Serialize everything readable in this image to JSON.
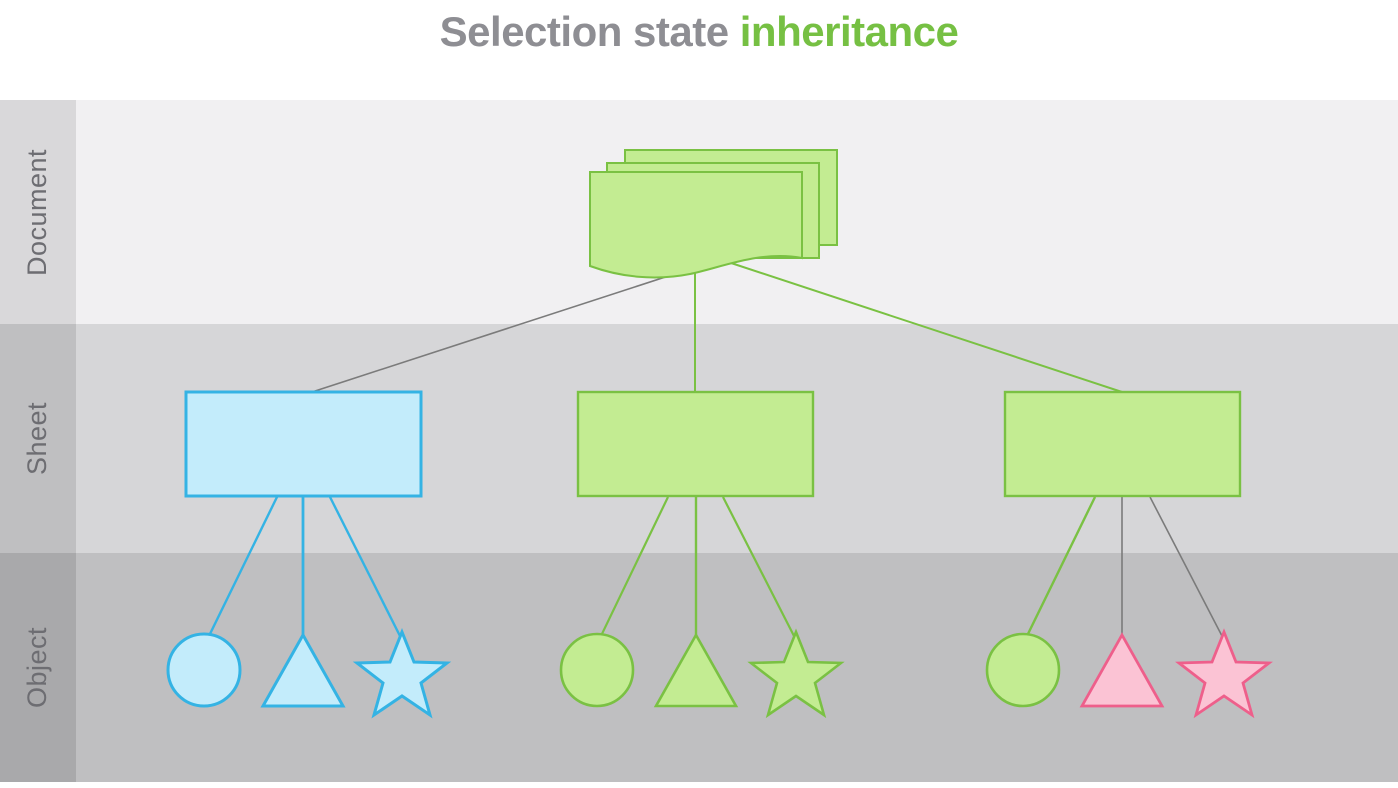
{
  "title": {
    "text_primary": "Selection state ",
    "text_accent": "inheritance",
    "color_primary": "#8e8e93",
    "color_accent": "#76c043"
  },
  "bands": [
    {
      "label": "Document",
      "bg": "#f1f0f2",
      "label_bg": "#d9d8da",
      "label_color": "#6d6d72"
    },
    {
      "label": "Sheet",
      "bg": "#d6d6d8",
      "label_bg": "#bfbfc1",
      "label_color": "#6d6d72"
    },
    {
      "label": "Object",
      "bg": "#bfbfc1",
      "label_bg": "#a9a9ab",
      "label_color": "#6d6d72"
    }
  ],
  "palette": {
    "green_fill": "#c3ec92",
    "green_stroke": "#7ac143",
    "blue_fill": "#c3ecfb",
    "blue_stroke": "#34b3e4",
    "pink_fill": "#fbc3d4",
    "pink_stroke": "#ee5f8b",
    "gray_stroke": "#7b7b7b"
  },
  "document_node": {
    "name": "document-stack",
    "state": "selected",
    "color": "green",
    "page_count": 3
  },
  "sheets": [
    {
      "name": "sheet-1",
      "state": "unselected",
      "color": "blue"
    },
    {
      "name": "sheet-2",
      "state": "selected",
      "color": "green"
    },
    {
      "name": "sheet-3",
      "state": "selected",
      "color": "green"
    }
  ],
  "connectors": {
    "document_to_sheet": [
      {
        "from": "document-stack",
        "to": "sheet-1",
        "color": "gray"
      },
      {
        "from": "document-stack",
        "to": "sheet-2",
        "color": "green"
      },
      {
        "from": "document-stack",
        "to": "sheet-3",
        "color": "green"
      }
    ],
    "sheet_to_object": [
      {
        "from": "sheet-1",
        "to": "object-1-circle",
        "color": "blue"
      },
      {
        "from": "sheet-1",
        "to": "object-1-triangle",
        "color": "blue"
      },
      {
        "from": "sheet-1",
        "to": "object-1-star",
        "color": "blue"
      },
      {
        "from": "sheet-2",
        "to": "object-2-circle",
        "color": "green"
      },
      {
        "from": "sheet-2",
        "to": "object-2-triangle",
        "color": "green"
      },
      {
        "from": "sheet-2",
        "to": "object-2-star",
        "color": "green"
      },
      {
        "from": "sheet-3",
        "to": "object-3-circle",
        "color": "green"
      },
      {
        "from": "sheet-3",
        "to": "object-3-triangle",
        "color": "gray"
      },
      {
        "from": "sheet-3",
        "to": "object-3-star",
        "color": "gray"
      }
    ]
  },
  "objects": [
    {
      "name": "object-1-circle",
      "shape": "circle",
      "color": "blue",
      "state": "unselected"
    },
    {
      "name": "object-1-triangle",
      "shape": "triangle",
      "color": "blue",
      "state": "unselected"
    },
    {
      "name": "object-1-star",
      "shape": "star",
      "color": "blue",
      "state": "unselected"
    },
    {
      "name": "object-2-circle",
      "shape": "circle",
      "color": "green",
      "state": "selected"
    },
    {
      "name": "object-2-triangle",
      "shape": "triangle",
      "color": "green",
      "state": "selected"
    },
    {
      "name": "object-2-star",
      "shape": "star",
      "color": "green",
      "state": "selected"
    },
    {
      "name": "object-3-circle",
      "shape": "circle",
      "color": "green",
      "state": "selected"
    },
    {
      "name": "object-3-triangle",
      "shape": "triangle",
      "color": "pink",
      "state": "highlighted"
    },
    {
      "name": "object-3-star",
      "shape": "star",
      "color": "pink",
      "state": "highlighted"
    }
  ]
}
